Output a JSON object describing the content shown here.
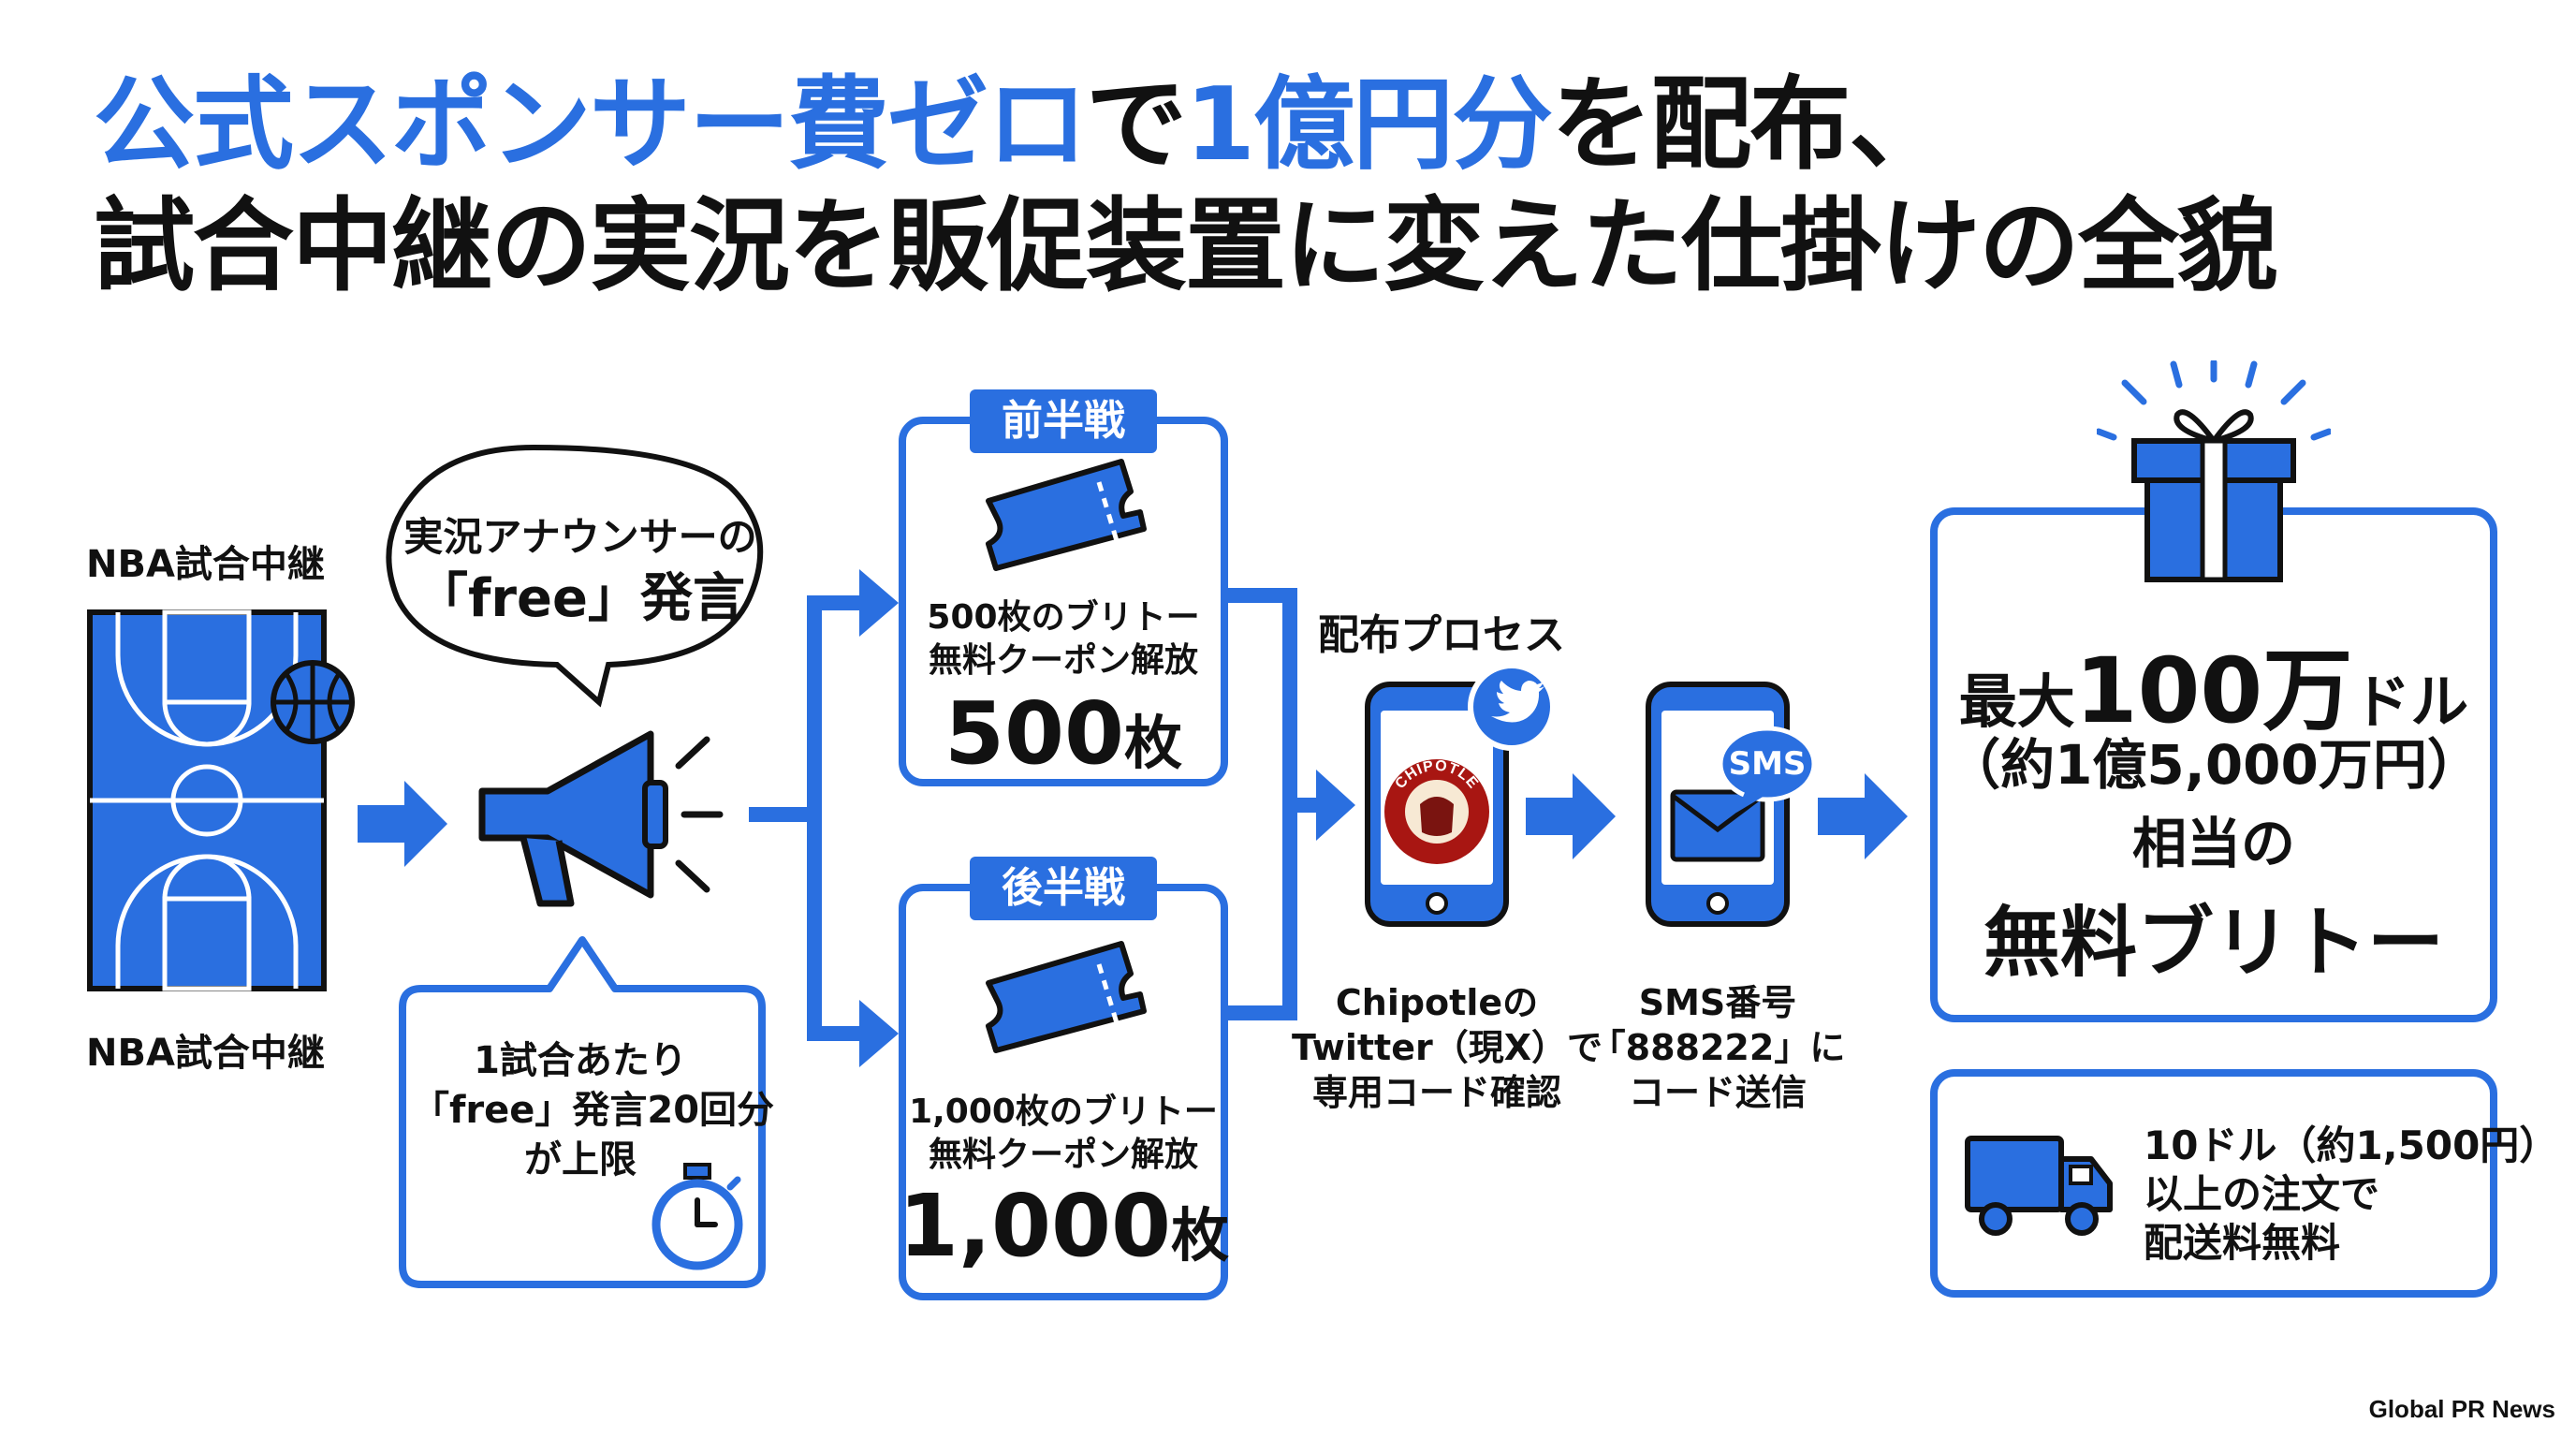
{
  "title": {
    "line1_blue_a": "公式スポンサー費ゼロ",
    "line1_black_a": "で",
    "line1_blue_b": "1億円分",
    "line1_black_b": "を配布、",
    "line2": "試合中継の実況を販促装置に変えた仕掛けの全貌"
  },
  "court": {
    "label_top": "NBA試合中継",
    "label_bottom": "NBA試合中継"
  },
  "speech": {
    "line1": "実況アナウンサーの",
    "line2": "「free」発言"
  },
  "limit": {
    "line1": "1試合あたり",
    "line2": "「free」発言20回分",
    "line3": "が上限"
  },
  "first_half": {
    "tag": "前半戦",
    "line1": "500枚のブリトー",
    "line2": "無料クーポン解放",
    "count": "500",
    "unit": "枚"
  },
  "second_half": {
    "tag": "後半戦",
    "line1": "1,000枚のブリトー",
    "line2": "無料クーポン解放",
    "count": "1,000",
    "unit": "枚"
  },
  "process": {
    "label": "配布プロセス",
    "phone1_logo_text": "CHIPOTLE",
    "phone1_line1": "Chipotleの",
    "phone1_line2": "Twitter（現X）で",
    "phone1_line3": "専用コード確認",
    "phone2_badge": "SMS",
    "phone2_line1": "SMS番号",
    "phone2_line2": "「888222」に",
    "phone2_line3": "コード送信"
  },
  "prize": {
    "line1_pre": "最大",
    "line1_big": "100万",
    "line1_post": "ドル",
    "line2": "（約1億5,000万円）",
    "line3": "相当の",
    "line4": "無料ブリトー"
  },
  "shipping": {
    "line1": "10ドル（約1,500円）",
    "line2": "以上の注文で",
    "line3": "配送料無料"
  },
  "footer": {
    "credit": "Global PR News"
  },
  "icons": {
    "court": "basketball-court-icon",
    "ball": "basketball-icon",
    "megaphone": "megaphone-icon",
    "stopwatch": "stopwatch-icon",
    "ticket": "ticket-icon",
    "phone": "smartphone-icon",
    "twitter": "twitter-bird-icon",
    "envelope": "envelope-icon",
    "gift": "gift-icon",
    "truck": "delivery-truck-icon",
    "arrow": "right-arrow-icon"
  },
  "colors": {
    "accent": "#2a6fe0",
    "text": "#111111",
    "background": "#ffffff",
    "chipotle": "#a81612"
  }
}
